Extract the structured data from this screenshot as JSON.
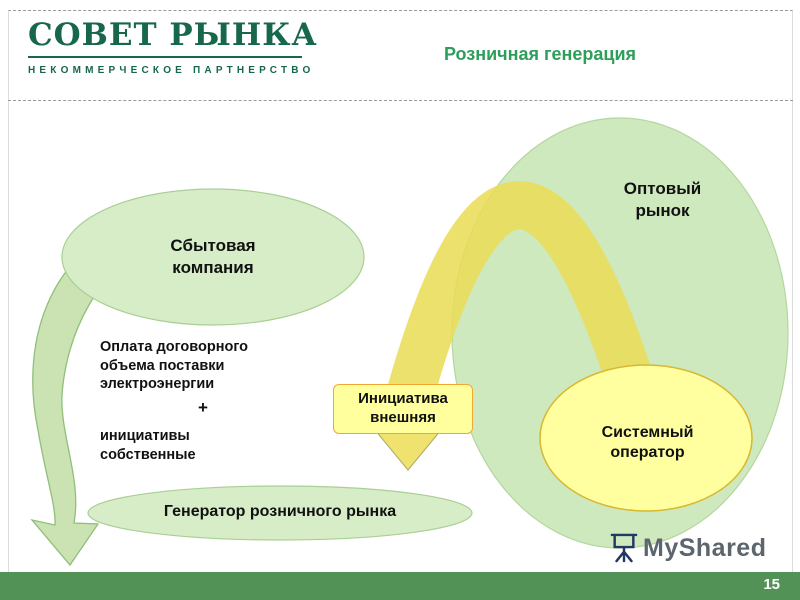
{
  "header": {
    "logo_title": "СОВЕТ РЫНКА",
    "logo_subtitle": "НЕКОММЕРЧЕСКОЕ ПАРТНЕРСТВО",
    "slide_title": "Розничная генерация"
  },
  "diagram": {
    "wholesale_market": "Оптовый рынок",
    "sales_company": "Сбытовая компания",
    "payment_text": "Оплата договорного объема поставки электроэнергии",
    "plus_sign": "+",
    "own_initiatives": "инициативы собственные",
    "retail_generator": "Генератор розничного рынка",
    "system_operator": "Системный оператор",
    "external_initiative": "Инициатива внешняя"
  },
  "footer": {
    "page_number": "15",
    "watermark_text": "MyShared"
  },
  "colors": {
    "brand_green": "#17684a",
    "title_green": "#2e9e5b",
    "shape_green_fill": "#cfe9bf",
    "shape_green_stroke": "#a9cf95",
    "shape_yellow_fill": "#ffffa0",
    "arrow_yellow": "#eadc55",
    "box_border_orange": "#f0a830",
    "footer_green": "#539257"
  }
}
